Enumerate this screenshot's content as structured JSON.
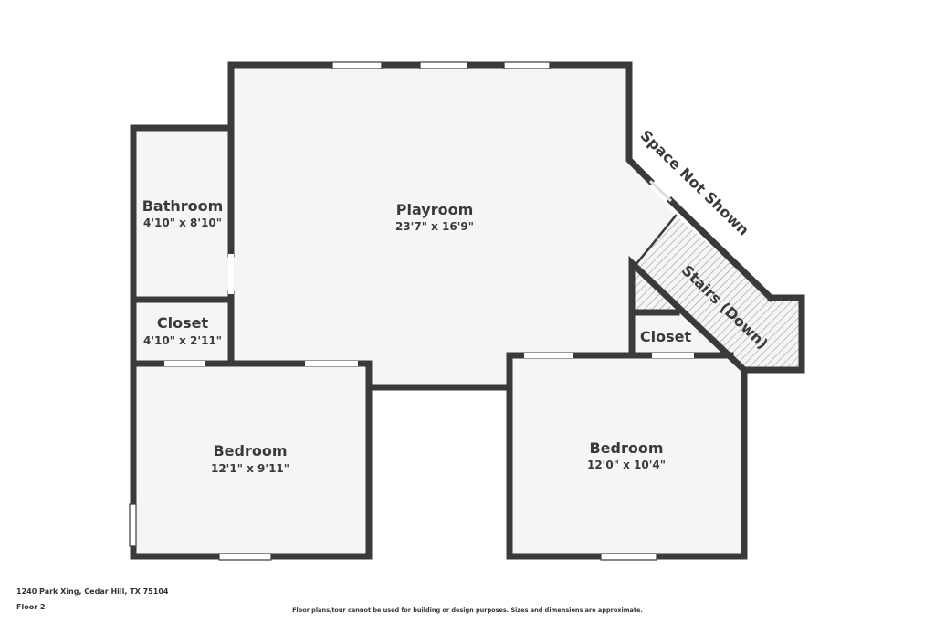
{
  "rooms": {
    "playroom": {
      "name": "Playroom",
      "dims": "23'7\" x 16'9\""
    },
    "bathroom": {
      "name": "Bathroom",
      "dims": "4'10\" x 8'10\""
    },
    "closet_left": {
      "name": "Closet",
      "dims": "4'10\" x 2'11\""
    },
    "bedroom_left": {
      "name": "Bedroom",
      "dims": "12'1\" x 9'11\""
    },
    "bedroom_right": {
      "name": "Bedroom",
      "dims": "12'0\" x 10'4\""
    },
    "closet_right": {
      "name": "Closet"
    },
    "stairs": {
      "name": "Stairs (Down)"
    }
  },
  "notes": {
    "space_not_shown": "Space Not Shown"
  },
  "footer": {
    "address": "1240 Park Xing, Cedar Hill, TX 75104",
    "floor": "Floor 2",
    "disclaimer": "Floor plans/tour cannot be used for building or design purposes. Sizes and dimensions are approximate."
  },
  "colors": {
    "wall": "#3a3a3a",
    "floor": "#f5f5f5",
    "hatch": "#9a9a9a"
  }
}
